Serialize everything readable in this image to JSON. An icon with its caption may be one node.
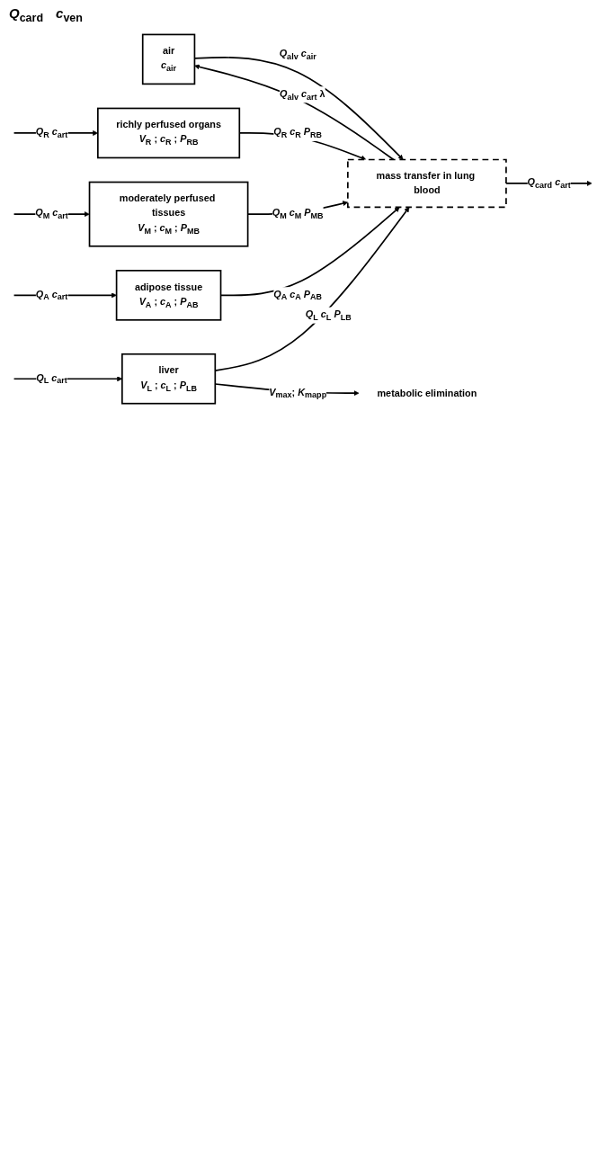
{
  "diagram": {
    "nodes": [
      {
        "text": [
          "air",
          "*c*$_{air}$"
        ]
      },
      {
        "text": [
          "mass transfer in lung blood"
        ]
      },
      {
        "text": [
          "richly perfused organs",
          "*V*$_{R}$ ; *c*$_{R}$ ; *P*$_{RB}$"
        ]
      },
      {
        "text": [
          "moderately perfused tissues",
          "*V*$_{M}$ ; *c*$_{M}$ ; *P*$_{MB}$"
        ]
      },
      {
        "text": [
          "adipose tissue",
          "*V*$_{A}$ ; *c*$_{A}$ ; *P*$_{AB}$"
        ]
      },
      {
        "text": [
          "liver",
          "*V*$_{L}$ ; *c*$_{L}$ ; *P*$_{LB}$"
        ]
      },
      {
        "text": [
          "metabolic elimination"
        ]
      }
    ],
    "edges": [
      {
        "from": 0,
        "to": 1,
        "arrow": "to",
        "label": "*Q*$_{alv}$ *c*$_{air}$"
      },
      {
        "from": 1,
        "to": 0,
        "arrow": "to",
        "label": "*Q*$_{alv}$ *c*$_{art}$ λ"
      },
      {
        "from": 1,
        "to": null,
        "arrow": "to",
        "label": "*Q*$_{card}$ *c*$_{art}$"
      },
      {
        "from": null,
        "to": 2,
        "arrow": "to",
        "label": "*Q*$_{R}$ *c*$_{art}$"
      },
      {
        "from": null,
        "to": 3,
        "arrow": "to",
        "label": "*Q*$_{M}$ *c*$_{art}$"
      },
      {
        "from": null,
        "to": 4,
        "arrow": "to",
        "label": "*Q*$_{A}$ *c*$_{art}$"
      },
      {
        "from": null,
        "to": 5,
        "arrow": "to",
        "label": "*Q*$_{L}$ *c*$_{art}$"
      },
      {
        "from": 2,
        "to": 1,
        "arrow": "to",
        "label": "*Q*$_{R}$ *c*$_{R}$ *P*$_{RB}$"
      },
      {
        "from": 3,
        "to": 1,
        "arrow": "to",
        "label": "*Q*$_{M}$ *c*$_{M}$ *P*$_{MB}$"
      },
      {
        "from": 4,
        "to": 1,
        "arrow": "to",
        "label": "*Q*$_{A}$ *c*$_{A}$ *P*$_{AB}$"
      },
      {
        "from": 5,
        "to": 1,
        "arrow": "to",
        "label": "*Q*$_{L}$ *c*$_{L}$ *P*$_{LB}$"
      },
      {
        "from": 5,
        "to": 6,
        "arrow": "to",
        "label": "*V*$_{max}$; *K*$_{mapp}$"
      }
    ],
    "labels": [
      "*Q*$_{card}$",
      "*c*$_{ven}$"
    ]
  }
}
